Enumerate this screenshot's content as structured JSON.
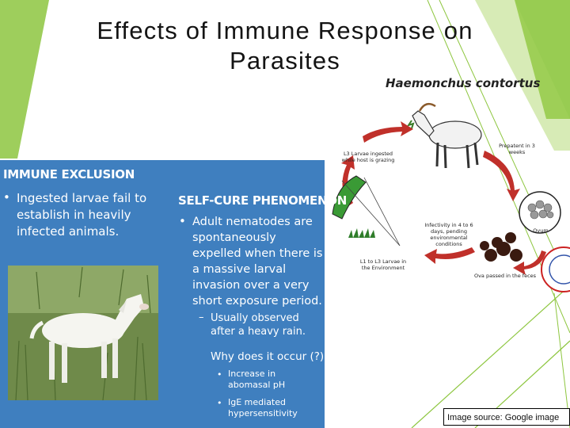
{
  "slide": {
    "title_line1": "Effects of Immune Response on",
    "title_line2": "Parasites",
    "accent_green": "#8dc63f",
    "panel_blue": "#3f7fbf"
  },
  "diagram": {
    "title": "Haemonchus contortus",
    "stages": {
      "l3_ingested": "L3 Larvae ingested while host is grazing",
      "prepatent": "Prepatent in 3 weeks",
      "ovum": "Ovum",
      "ova_feces": "Ova passed in the feces",
      "infectivity": "Infectivity in 4 to 6 days, pending environmental conditions",
      "l1_l3": "L1 to L3 Larvae in the Environment"
    }
  },
  "immune_exclusion": {
    "heading": "IMMUNE EXCLUSION",
    "bullet": "•",
    "text": "Ingested larvae fail to establish in heavily infected animals."
  },
  "self_cure": {
    "heading": "SELF-CURE PHENOMENON",
    "bullet": "•",
    "text": "Adult nematodes are spontaneously expelled when there is a massive larval invasion over a very short exposure period.",
    "dash": "–",
    "sub": "Usually observed after a heavy rain.",
    "question": "Why does it occur (?)",
    "sub_bullet": "•",
    "items": [
      "Increase in abomasal pH",
      "IgE mediated hypersensitivity"
    ]
  },
  "source": "Image source: Google image"
}
